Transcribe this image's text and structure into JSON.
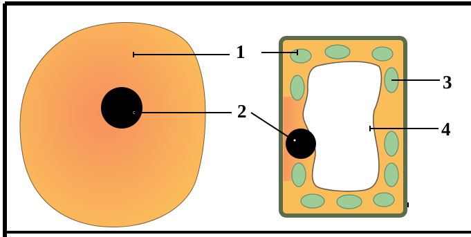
{
  "diagram": {
    "labels": {
      "label_1": "1",
      "label_2": "2",
      "label_3": "3",
      "label_4": "4"
    },
    "colors": {
      "cytoplasm_orange": "#fbbd5a",
      "cytoplasm_center": "#f5915f",
      "nucleus": "#000000",
      "cell_wall": "#5b6b4e",
      "chloroplast": "#9ecc96",
      "chloroplast_outline": "#5c8f6f",
      "vacuole": "#ffffff",
      "frame": "#000000"
    }
  }
}
